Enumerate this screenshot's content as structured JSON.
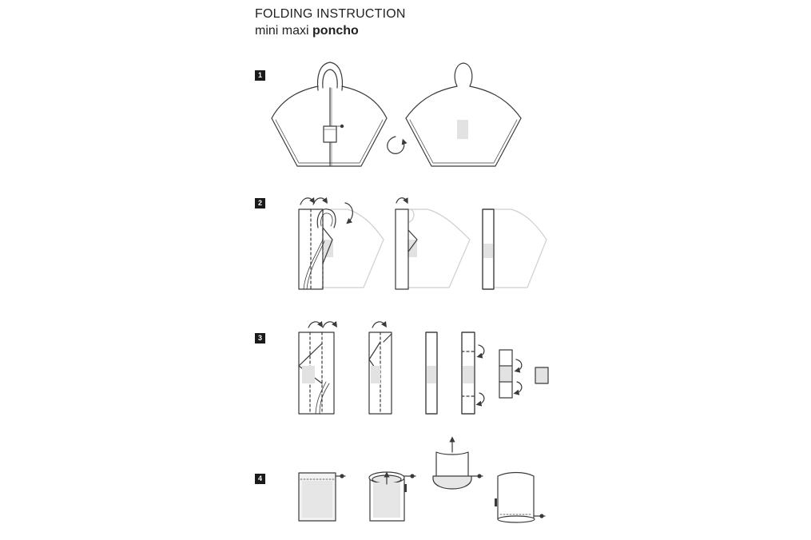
{
  "header": {
    "title": "FOLDING INSTRUCTION",
    "subtitle_prefix": "mini maxi",
    "subtitle_product": "poncho"
  },
  "steps": [
    {
      "number": "1"
    },
    {
      "number": "2"
    },
    {
      "number": "3"
    },
    {
      "number": "4"
    }
  ],
  "colors": {
    "line": "#3a3a3a",
    "faded_line": "#cfcfcf",
    "pocket_fill": "#e2e2e2",
    "badge": "#1a1a1a"
  }
}
